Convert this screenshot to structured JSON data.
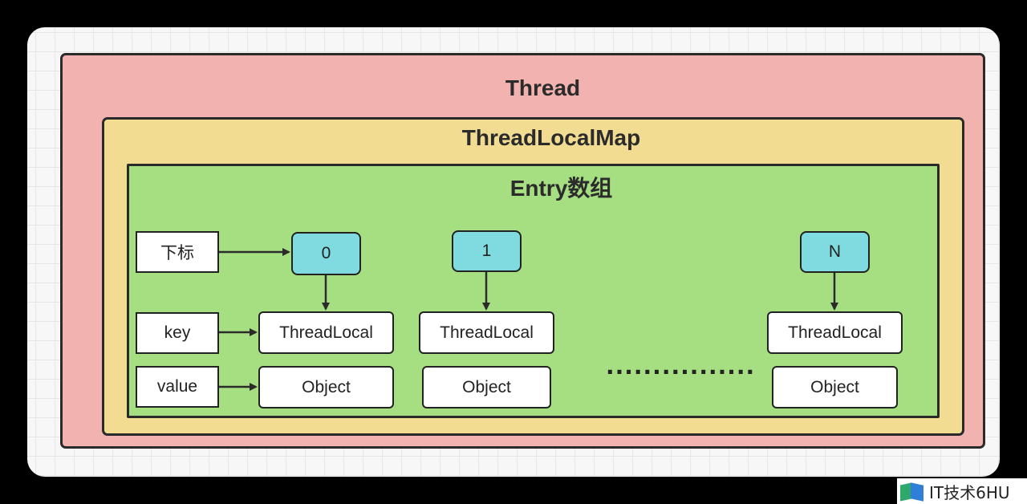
{
  "titles": {
    "thread": "Thread",
    "map": "ThreadLocalMap",
    "entry": "Entry数组"
  },
  "row_labels": {
    "index": "下标",
    "key": "key",
    "value": "value"
  },
  "entries": [
    {
      "index": "0",
      "key": "ThreadLocal",
      "value": "Object"
    },
    {
      "index": "1",
      "key": "ThreadLocal",
      "value": "Object"
    },
    {
      "index": "N",
      "key": "ThreadLocal",
      "value": "Object"
    }
  ],
  "ellipsis": "................",
  "watermark": {
    "text": "IT技术6HU"
  },
  "colors": {
    "thread": "#f2b3b0",
    "map": "#f2dc92",
    "entry": "#a6df82",
    "index_box": "#7fdbdf"
  }
}
